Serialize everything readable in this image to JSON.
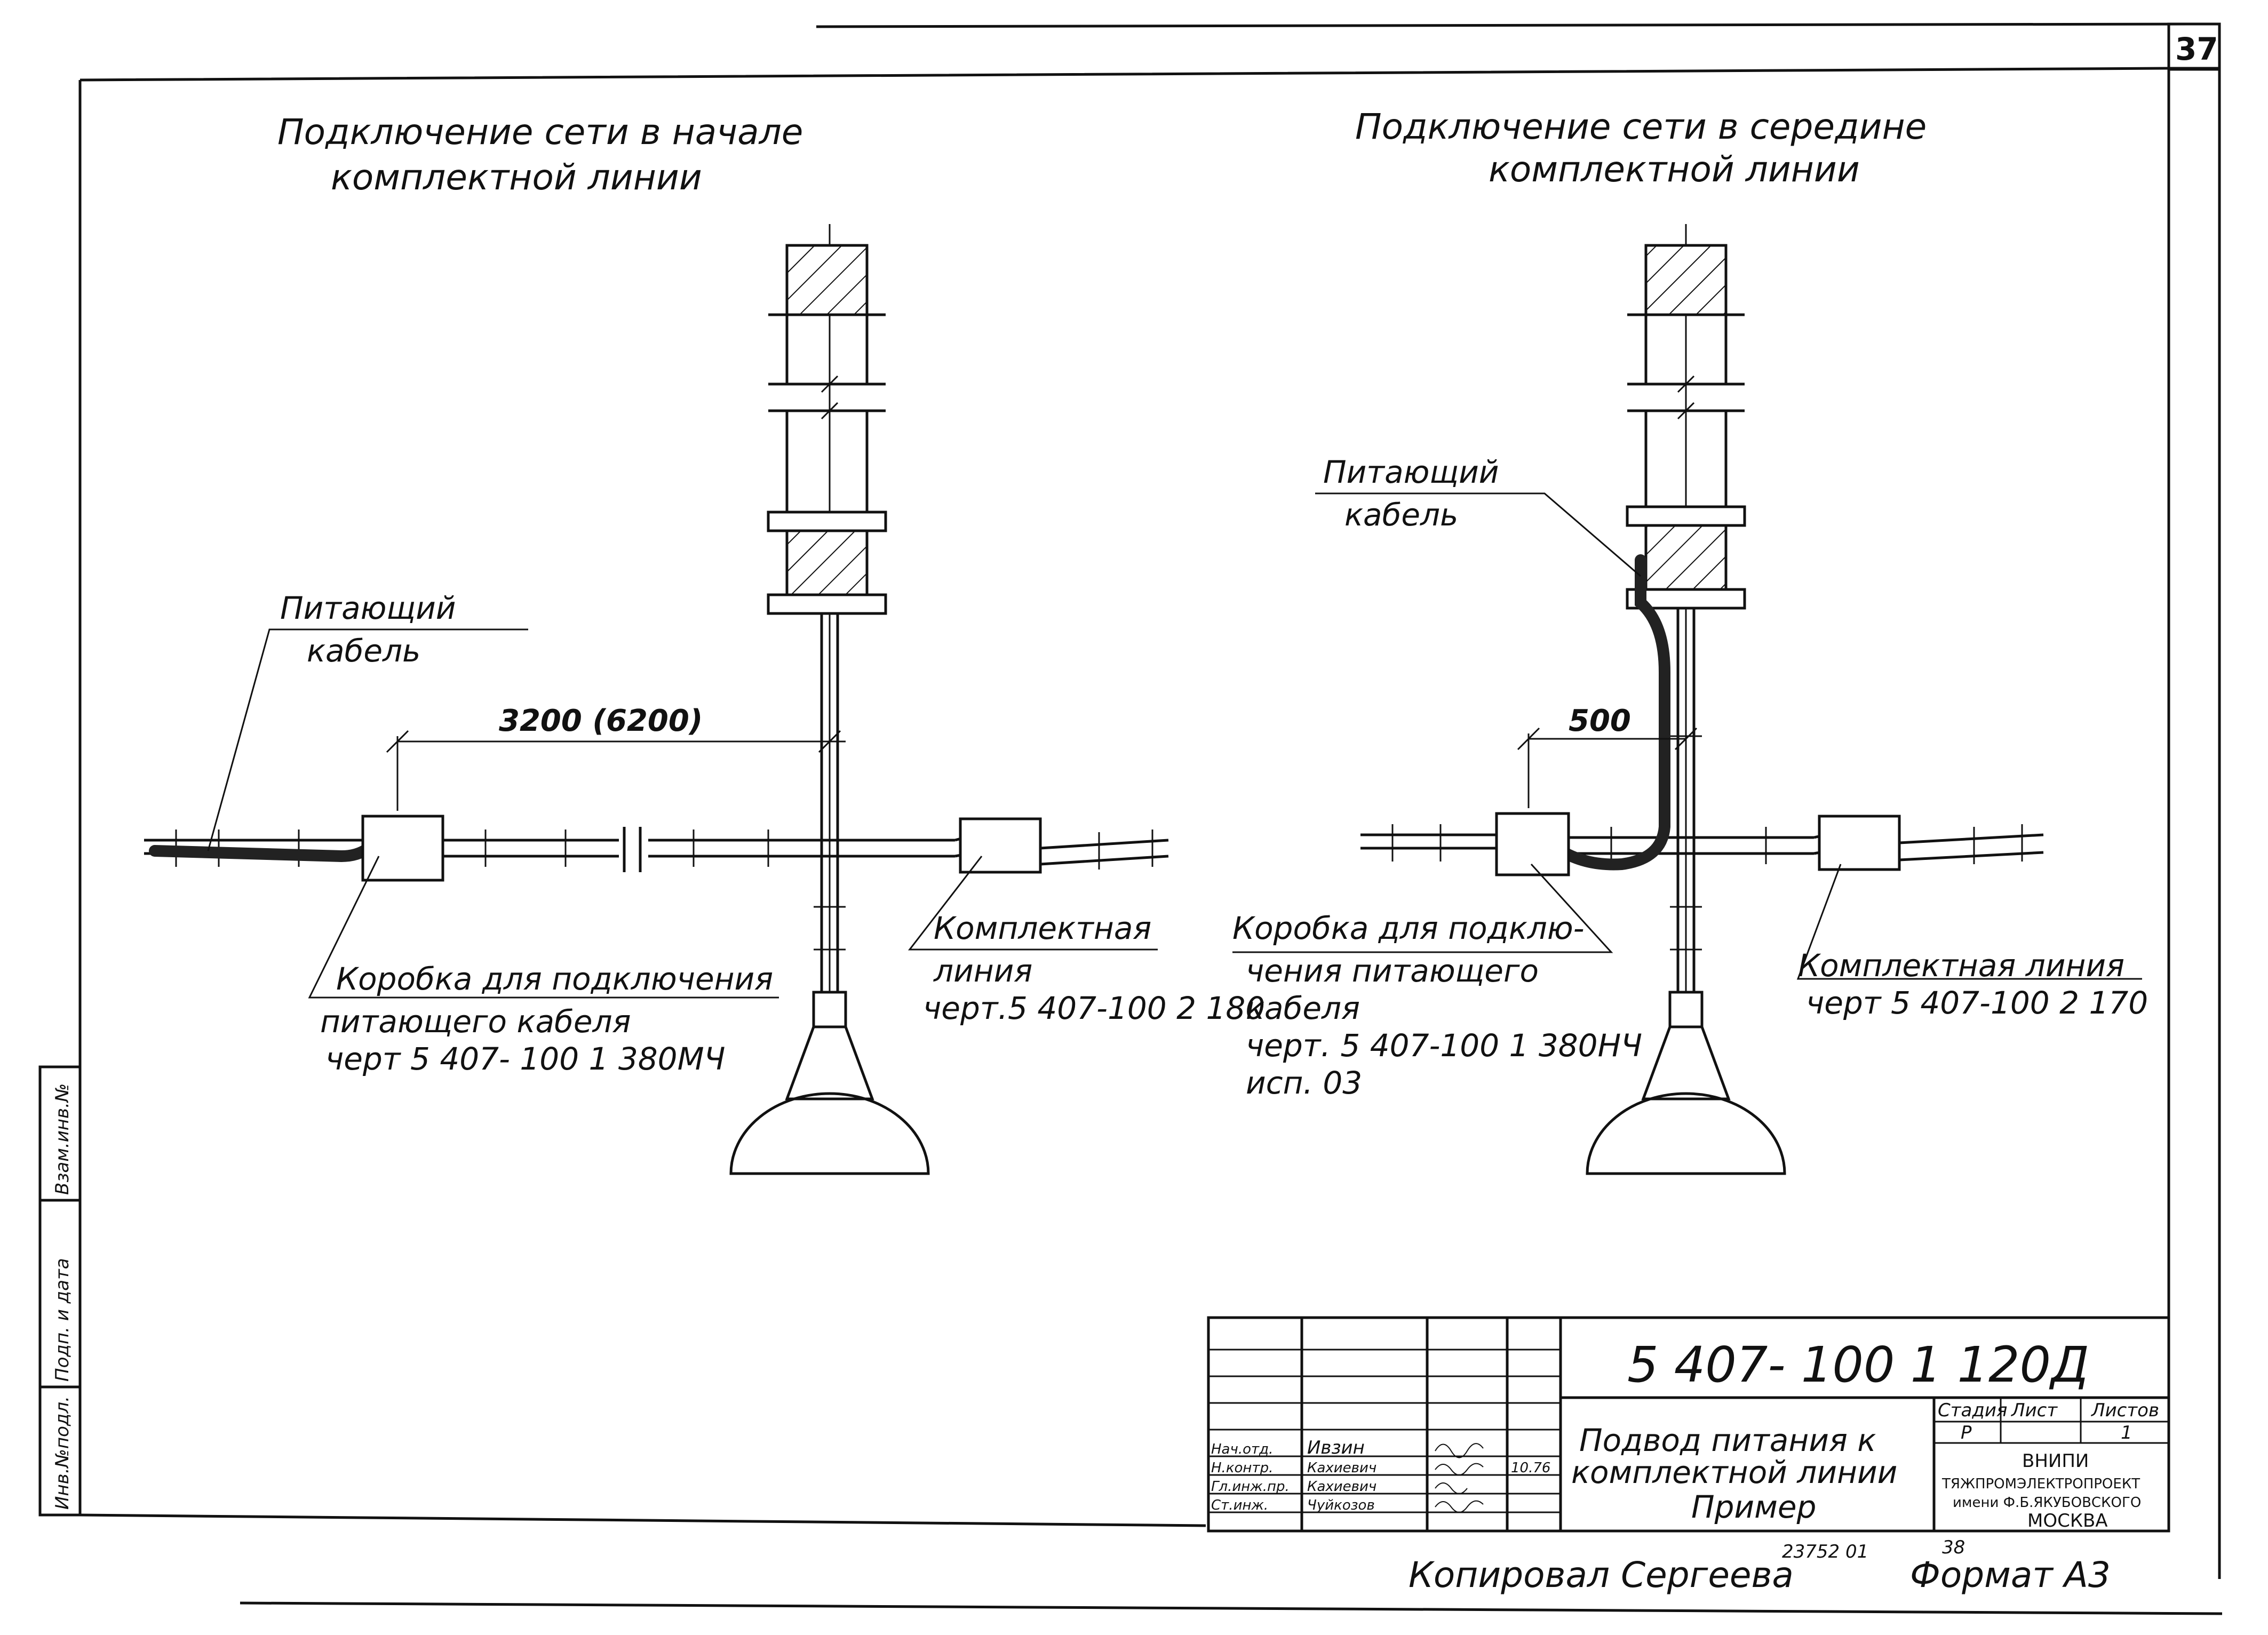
{
  "sheet": {
    "page_number": "37",
    "left_view": {
      "title_line1": "Подключение сети в начале",
      "title_line2": "комплектной линии",
      "cable_label_line1": "Питающий",
      "cable_label_line2": "кабель",
      "dimension": "3200 (6200)",
      "box_label_line1": "Коробка для подключения",
      "box_label_line2": "питающего кабеля",
      "box_label_line3": "черт 5 407- 100 1 380МЧ",
      "line_label_line1": "Комплектная",
      "line_label_line2": "линия",
      "line_label_line3": "черт.5 407-100 2 180"
    },
    "right_view": {
      "title_line1": "Подключение сети в середине",
      "title_line2": "комплектной линии",
      "cable_label_line1": "Питающий",
      "cable_label_line2": "кабель",
      "dimension": "500",
      "box_label_line1": "Коробка для подклю-",
      "box_label_line2": "чения питающего",
      "box_label_line3": "кабеля",
      "box_label_line4": "черт. 5 407-100 1 380НЧ",
      "box_label_line5": "исп. 03",
      "line_label_line1": "Комплектная линия",
      "line_label_line2": "черт 5 407-100 2 170"
    },
    "side_stamp": [
      "Инв.№подл.",
      "Подп. и дата",
      "Взам.инв.№"
    ],
    "title_block": {
      "doc_code": "5 407- 100 1 120Д",
      "description_line1": "Подвод питания к",
      "description_line2": "комплектной линии",
      "description_line3": "Пример",
      "stage_header": "Стадия",
      "sheet_header": "Лист",
      "sheets_header": "Листов",
      "stage_value": "Р",
      "sheets_value": "1",
      "roles": [
        "Нач.отд.",
        "Н.контр.",
        "Гл.инж.пр.",
        "Ст.инж."
      ],
      "names": [
        "Ивзин",
        "Кахиевич",
        "Кахиевич",
        "Чуйкозов"
      ],
      "date": "10.76",
      "org_line1": "ВНИПИ",
      "org_line2": "ТЯЖПРОМЭЛЕКТРОПРОЕКТ",
      "org_line3": "имени Ф.Б.ЯКУБОВСКОГО",
      "org_line4": "МОСКВА"
    },
    "footer": {
      "copied_by": "Копировал Сергеева",
      "inventory": "23752 01",
      "sheet_ref": "38",
      "format": "Формат А3"
    }
  }
}
